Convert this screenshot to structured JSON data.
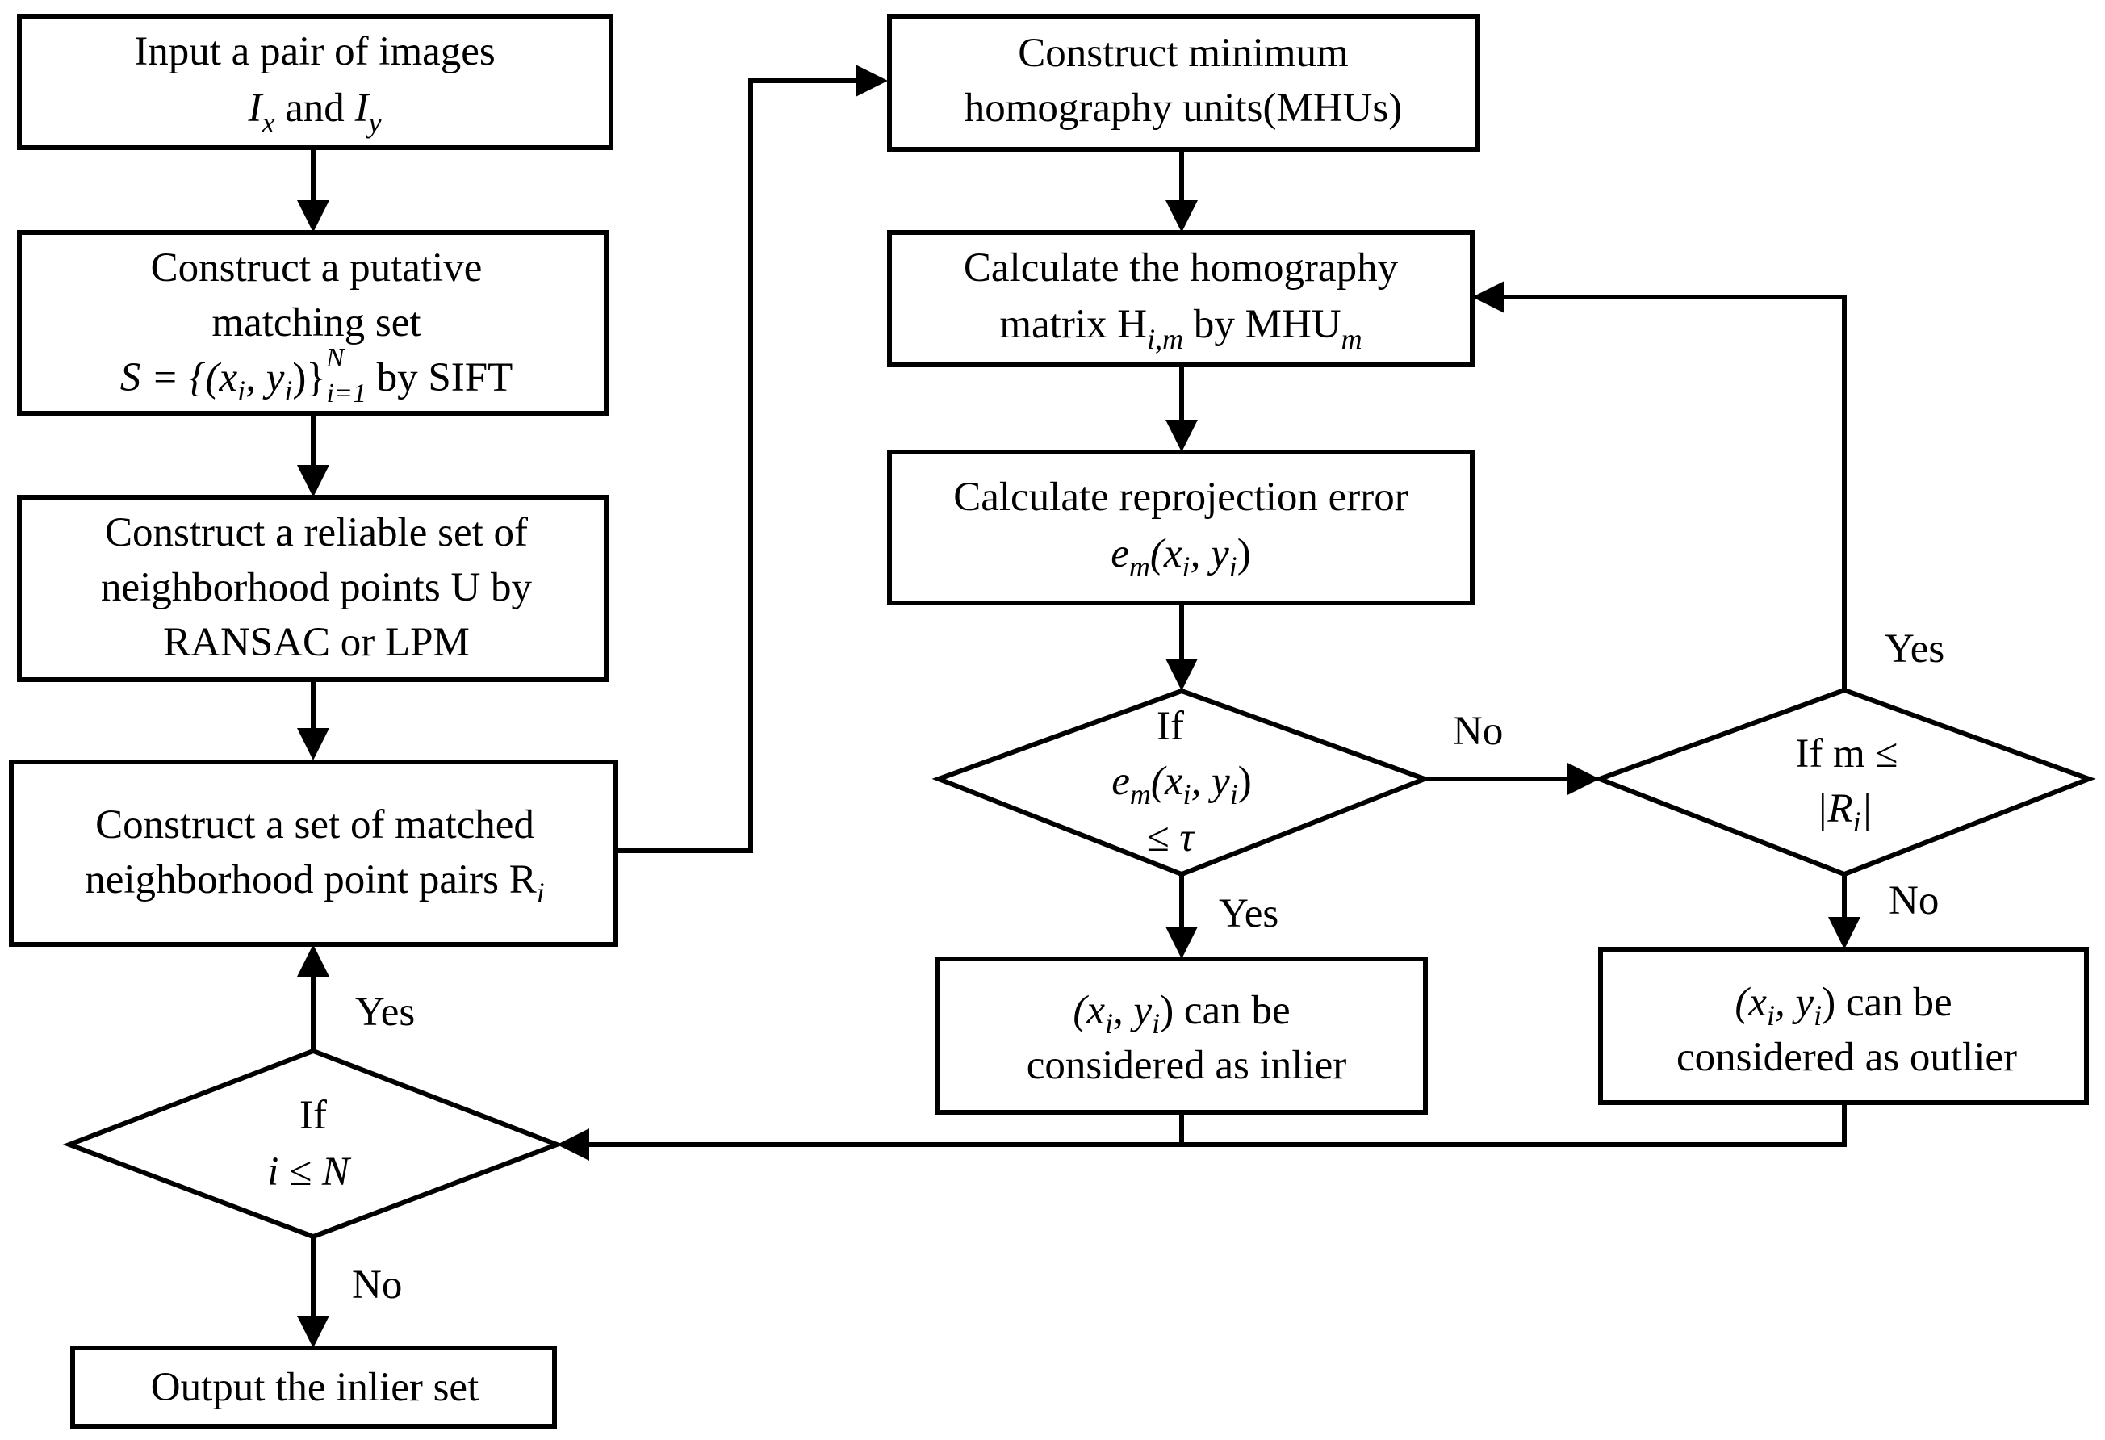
{
  "nodes": {
    "input": {
      "line1": "Input a pair of images",
      "line2_a": "I",
      "line2_a_sub": "x",
      "line2_mid": " and ",
      "line2_b": "I",
      "line2_b_sub": "y"
    },
    "putative": {
      "line1": "Construct a putative",
      "line2": "matching set",
      "line3": "S = {(x",
      "line3_i1": "i",
      "line3_comma": ", y",
      "line3_i2": "i",
      "line3_close": ")}",
      "line3_sup": "N",
      "line3_sub": "i=1",
      "line3_tail": " by SIFT"
    },
    "reliable": {
      "line1": "Construct a reliable set of",
      "line2": "neighborhood points  U by",
      "line3": "RANSAC or LPM"
    },
    "matched": {
      "line1": "Construct a set of matched",
      "line2": "neighborhood point pairs R",
      "line2_sub": "i"
    },
    "decision_i": {
      "line1": "If",
      "line2": "i  ≤ N"
    },
    "output": {
      "label": "Output the inlier set"
    },
    "mhu": {
      "line1": "Construct minimum",
      "line2": "homography units(MHUs)"
    },
    "homography": {
      "line1": "Calculate the  homography",
      "line2": "matrix H",
      "line2_sub": "i,m",
      "line2_mid": " by MHU",
      "line2_sub2": "m"
    },
    "reprojection": {
      "line1": "Calculate reprojection error",
      "line2": "e",
      "line2_sub": "m",
      "line2_args": "(x",
      "line2_i1": "i",
      "line2_comma": ", y",
      "line2_i2": "i",
      "line2_close": ")"
    },
    "decision_e": {
      "line1": "If",
      "line2": "e",
      "line2_sub": "m",
      "line2_args": "(x",
      "line2_i1": "i",
      "line2_comma": ", y",
      "line2_i2": "i",
      "line2_close": ")",
      "line3": "≤  τ"
    },
    "decision_m": {
      "line1": "If m ≤",
      "line2": "|R",
      "line2_sub": "i",
      "line2_close": "|"
    },
    "inlier": {
      "line1_a": "(x",
      "line1_i1": "i",
      "line1_comma": ", y",
      "line1_i2": "i",
      "line1_tail": ") can be",
      "line2": "considered as inlier"
    },
    "outlier": {
      "line1_a": "(x",
      "line1_i1": "i",
      "line1_comma": ", y",
      "line1_i2": "i",
      "line1_tail": ") can be",
      "line2": "considered as outlier"
    }
  },
  "edge_labels": {
    "yes_to_matched": "Yes",
    "no_to_output": "No",
    "yes_to_inlier": "Yes",
    "no_to_decision_m": "No",
    "yes_loop": "Yes",
    "no_to_outlier": "No"
  }
}
